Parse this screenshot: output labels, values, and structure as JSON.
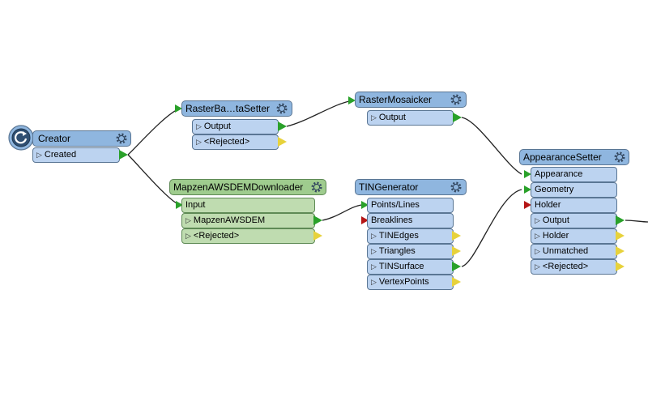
{
  "colors": {
    "header_blue": "#8fb6df",
    "port_blue": "#bcd3f0",
    "header_green": "#9fcc8e",
    "port_green": "#bfdcb0",
    "output_port": "#2aa12a",
    "rejected_port": "#e7d23c",
    "required_input_port": "#b51515",
    "connection": "#222222"
  },
  "nodes": {
    "creator": {
      "title": "Creator",
      "ports": [
        "Created"
      ]
    },
    "rasterbandsetter": {
      "title": "RasterBa…taSetter",
      "ports": [
        "Output",
        "<Rejected>"
      ]
    },
    "rastermosaicker": {
      "title": "RasterMosaicker",
      "ports": [
        "Output"
      ]
    },
    "mapzen": {
      "title": "MapzenAWSDEMDownloader",
      "input": "Input",
      "ports": [
        "MapzenAWSDEM",
        "<Rejected>"
      ]
    },
    "tingenerator": {
      "title": "TINGenerator",
      "inputs": [
        "Points/Lines",
        "Breaklines"
      ],
      "ports": [
        "TINEdges",
        "Triangles",
        "TINSurface",
        "VertexPoints"
      ]
    },
    "appearancesetter": {
      "title": "AppearanceSetter",
      "inputs": [
        "Appearance",
        "Geometry",
        "Holder"
      ],
      "ports": [
        "Output",
        "Holder",
        "Unmatched",
        "<Rejected>"
      ]
    }
  }
}
